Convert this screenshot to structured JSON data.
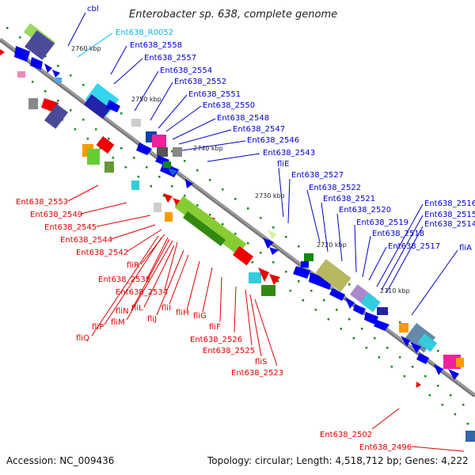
{
  "title": "Enterobacter sp. 638, complete genome",
  "footer": {
    "accession": "Accession: NC_009436",
    "topology": "Topology: circular; Length: 4,518,712 bp; Genes: 4,222"
  },
  "colors": {
    "backbone": "#7a7a7a",
    "forward_label": "#0000cc",
    "reverse_label": "#dd0000",
    "rna_label": "#00bbee",
    "tick": "#118811"
  },
  "kbp_markers": [
    "2760 kbp",
    "2750 kbp",
    "2740 kbp",
    "2730 kbp",
    "2720 kbp",
    "2710 kbp"
  ],
  "forward_labels": [
    "cbl",
    "Ent638_R0052",
    "Ent638_2558",
    "Ent638_2557",
    "Ent638_2554",
    "Ent638_2552",
    "Ent638_2551",
    "Ent638_2550",
    "Ent638_2548",
    "Ent638_2547",
    "Ent638_2546",
    "Ent638_2543",
    "fliE",
    "Ent638_2527",
    "Ent638_2522",
    "Ent638_2521",
    "Ent638_2520",
    "Ent638_2519",
    "Ent638_2518",
    "Ent638_2517",
    "Ent638_2516",
    "Ent638_2515",
    "Ent638_2514",
    "fliA"
  ],
  "reverse_labels": [
    "Ent638_2553",
    "Ent638_2549",
    "Ent638_2545",
    "Ent638_2544",
    "Ent638_2542",
    "fliR",
    "Ent638_2538",
    "Ent638_2534",
    "fliN",
    "fliM",
    "fliL",
    "fliP",
    "fliQ",
    "fliJ",
    "fliI",
    "fliH",
    "fliG",
    "fliF",
    "Ent638_2526",
    "Ent638_2525",
    "fliS",
    "Ent638_2523",
    "Ent638_2502",
    "Ent638_2496"
  ]
}
